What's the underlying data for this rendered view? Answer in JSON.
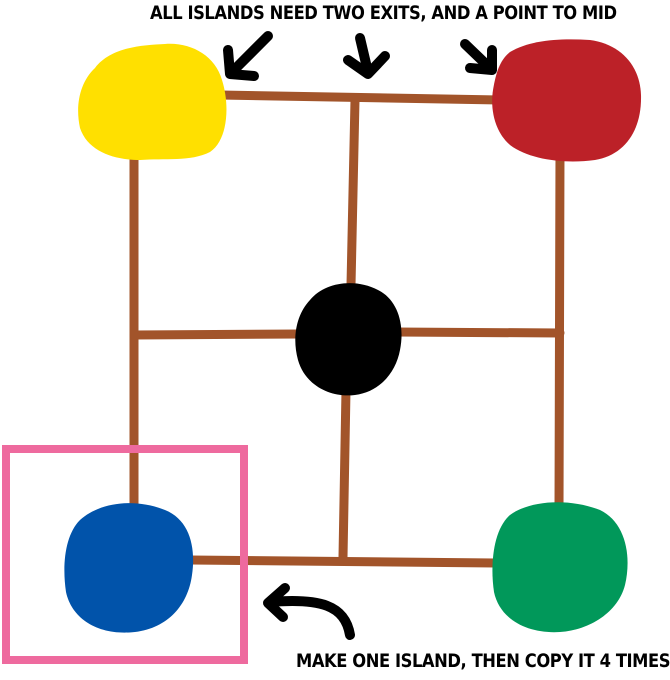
{
  "annotations": {
    "top_caption": "ALL ISLANDS NEED TWO EXITS, AND A POINT TO MID",
    "bottom_caption": "MAKE ONE ISLAND, THEN COPY IT 4 TIMES"
  },
  "islands": [
    {
      "id": "yellow",
      "color": "#FFE000"
    },
    {
      "id": "red",
      "color": "#BC2128"
    },
    {
      "id": "center",
      "color": "#000000"
    },
    {
      "id": "blue",
      "color": "#0153AA"
    },
    {
      "id": "green",
      "color": "#01985A"
    }
  ],
  "colors": {
    "bridge": "#A2542A",
    "highlight_box": "#EE6A9E",
    "arrow": "#000000"
  }
}
